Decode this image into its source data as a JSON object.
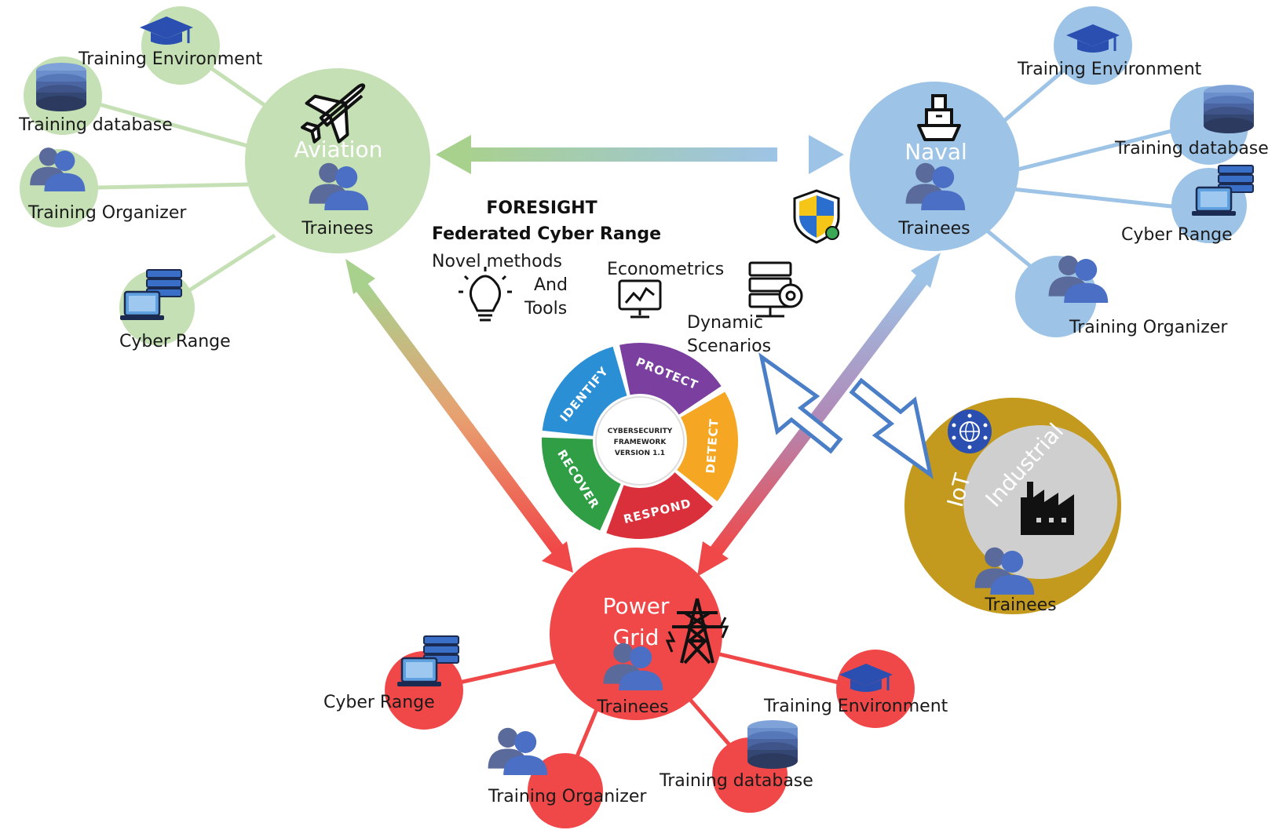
{
  "framework": {
    "title": "FORESIGHT",
    "subtitle": "Federated Cyber Range",
    "novel_methods": "Novel methods",
    "and": "And",
    "tools": "Tools",
    "econometrics": "Econometrics",
    "dynamic": "Dynamic",
    "scenarios": "Scenarios",
    "wheel_center": [
      "CYBERSECURITY",
      "FRAMEWORK",
      "VERSION 1.1"
    ],
    "segments": [
      {
        "label": "IDENTIFY",
        "color": "#2b8fd6"
      },
      {
        "label": "PROTECT",
        "color": "#7b3fa0"
      },
      {
        "label": "DETECT",
        "color": "#f5a623"
      },
      {
        "label": "RESPOND",
        "color": "#d9303c"
      },
      {
        "label": "RECOVER",
        "color": "#2f9e44"
      }
    ]
  },
  "aviation": {
    "name": "Aviation",
    "trainees": "Trainees",
    "training_environment": "Training Environment",
    "training_database": "Training database",
    "training_organizer": "Training Organizer",
    "cyber_range": "Cyber Range",
    "color": "#c5e0b4"
  },
  "naval": {
    "name": "Naval",
    "trainees": "Trainees",
    "training_environment": "Training Environment",
    "training_database": "Training database",
    "cyber_range": "Cyber Range",
    "training_organizer": "Training Organizer",
    "color": "#9dc3e6"
  },
  "power_grid": {
    "name_line1": "Power",
    "name_line2": "Grid",
    "trainees": "Trainees",
    "cyber_range": "Cyber Range",
    "training_environment": "Training Environment",
    "training_organizer": "Training Organizer",
    "training_database": "Training database",
    "color": "#f04848"
  },
  "industrial": {
    "iot": "IoT",
    "industrial": "Industrial",
    "trainees": "Trainees",
    "outer_color": "#c49a1e",
    "inner_color": "#cfcfcf"
  },
  "icons": [
    "airplane-icon",
    "ship-icon",
    "transmission-tower-icon",
    "factory-icon",
    "graduation-cap-icon",
    "database-icon",
    "people-icon",
    "laptop-server-icon",
    "lightbulb-icon",
    "monitor-chart-icon",
    "server-gear-icon",
    "shield-icon",
    "globe-network-icon"
  ]
}
